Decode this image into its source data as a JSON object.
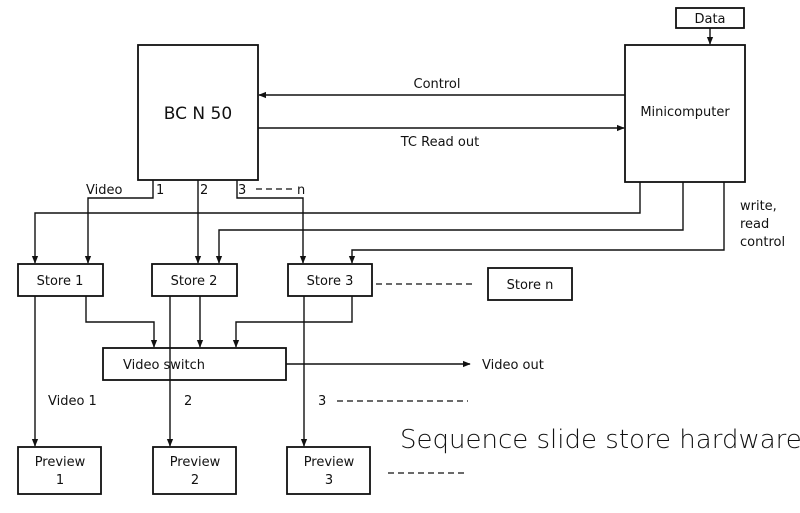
{
  "caption": "Sequence slide store hardware",
  "nodes": {
    "data": "Data",
    "bcn50": "BC N 50",
    "minicomputer": "Minicomputer",
    "store1": "Store  1",
    "store2": "Store  2",
    "store3": "Store  3",
    "storen": "Store  n",
    "video_switch": "Video   switch",
    "preview1": [
      "Preview",
      "1"
    ],
    "preview2": [
      "Preview",
      "2"
    ],
    "preview3": [
      "Preview",
      "3"
    ]
  },
  "edges": {
    "control": "Control",
    "tc_readout": "TC Read out",
    "video": "Video",
    "out1": "1",
    "out2": "2",
    "out3": "3",
    "outn": "n",
    "write_read_control": [
      "write,",
      "read",
      "control"
    ],
    "video_out": "Video  out",
    "video1": "Video  1",
    "v2": "2",
    "v3": "3"
  },
  "colors": {
    "ink": "#111111",
    "paper": "#ffffff"
  }
}
